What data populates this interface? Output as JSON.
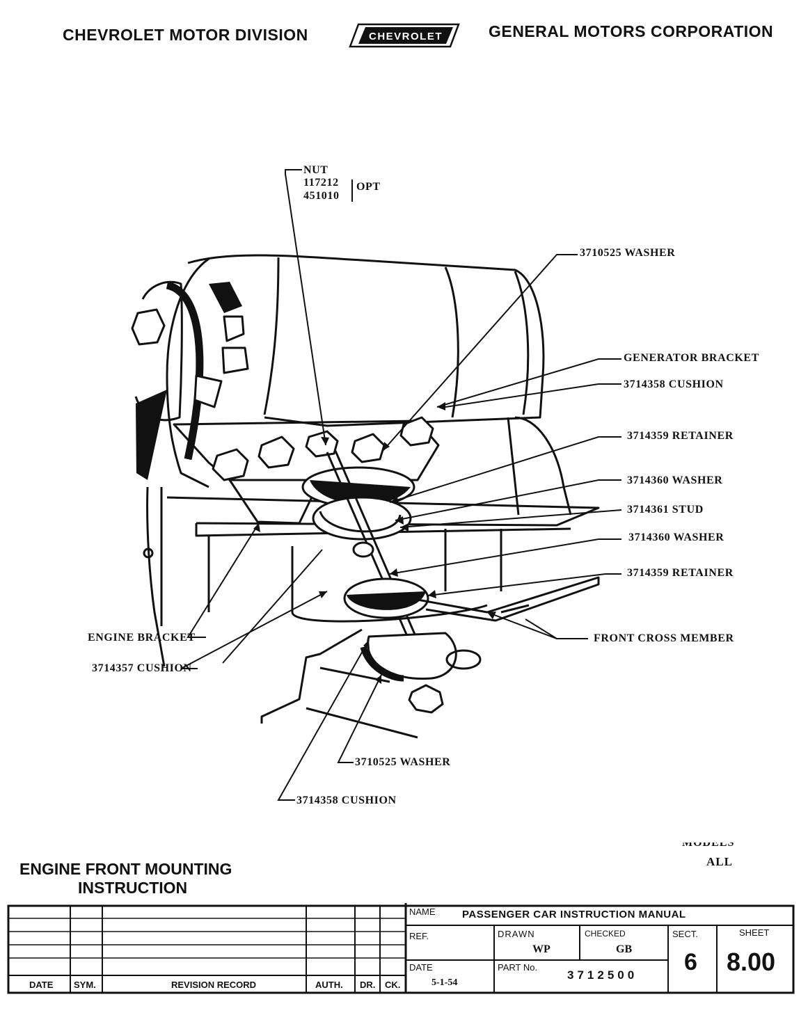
{
  "header": {
    "left": "CHEVROLET MOTOR DIVISION",
    "logo_text": "CHEVROLET",
    "right": "GENERAL MOTORS CORPORATION"
  },
  "callouts": {
    "nut": "NUT",
    "nut_part_1": "117212",
    "nut_part_2": "451010",
    "nut_opt": "OPT",
    "washer_top": "3710525  WASHER",
    "generator_bracket": "GENERATOR  BRACKET",
    "cushion_upper": "3714358  CUSHION",
    "retainer_upper": "3714359  RETAINER",
    "washer_upper": "3714360  WASHER",
    "stud": "3714361  STUD",
    "washer_lower": "3714360  WASHER",
    "retainer_lower": "3714359  RETAINER",
    "front_cross_member": "FRONT  CROSS  MEMBER",
    "engine_bracket": "ENGINE  BRACKET",
    "cushion_left": "3714357  CUSHION",
    "washer_bottom": "3710525  WASHER",
    "cushion_bottom": "3714358  CUSHION"
  },
  "title": {
    "line1": "ENGINE FRONT MOUNTING",
    "line2": "INSTRUCTION"
  },
  "models": {
    "label": "MODELS",
    "value": "ALL"
  },
  "title_block": {
    "name_label": "NAME",
    "name_value": "PASSENGER CAR INSTRUCTION MANUAL",
    "ref_label": "REF.",
    "drawn_label": "DRAWN",
    "drawn_value": "WP",
    "checked_label": "CHECKED",
    "checked_value": "GB",
    "sect_label": "SECT.",
    "sect_value": "6",
    "sheet_label": "SHEET",
    "sheet_value": "8.00",
    "date_label": "DATE",
    "date_value": "5-1-54",
    "part_label": "PART No.",
    "part_value": "3712500",
    "rev_headers": [
      "DATE",
      "SYM.",
      "REVISION RECORD",
      "AUTH.",
      "DR.",
      "CK."
    ]
  }
}
